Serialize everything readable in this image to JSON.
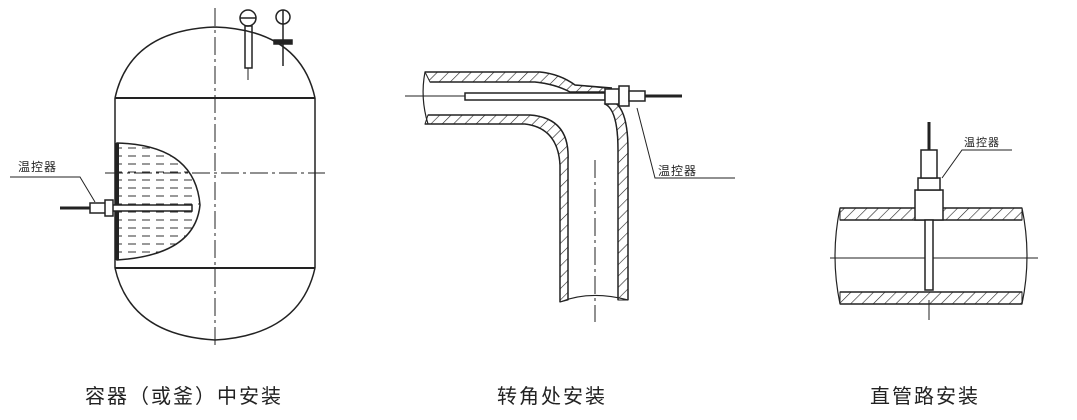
{
  "diagrams": [
    {
      "label": "温控器",
      "caption": "容器（或釜）中安装"
    },
    {
      "label": "温控器",
      "caption": "转角处安装"
    },
    {
      "label": "温控器",
      "caption": "直管路安装"
    }
  ],
  "colors": {
    "line": "#222222",
    "background": "#ffffff"
  }
}
